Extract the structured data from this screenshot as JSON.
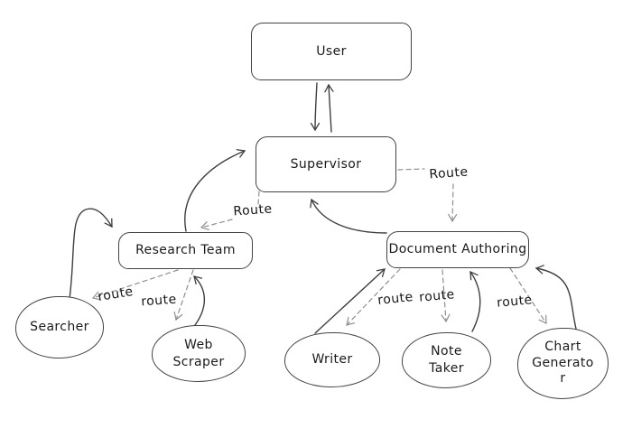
{
  "nodes": {
    "user": {
      "label": "User"
    },
    "supervisor": {
      "label": "Supervisor"
    },
    "research_team": {
      "label": "Research Team"
    },
    "document_authoring": {
      "label": "Document Authoring"
    },
    "searcher": {
      "label": "Searcher"
    },
    "web_scraper": {
      "label": "Web\nScraper"
    },
    "writer": {
      "label": "Writer"
    },
    "note_taker": {
      "label": "Note\nTaker"
    },
    "chart_generator": {
      "label": "Chart\nGenerato\nr"
    }
  },
  "edge_labels": {
    "supervisor_to_research_team": "Route",
    "supervisor_to_document_authoring": "Route",
    "research_team_to_searcher": "route",
    "research_team_to_web_scraper": "route",
    "document_authoring_to_writer": "route",
    "document_authoring_to_note_taker": "route",
    "document_authoring_to_chart_generator": "route"
  },
  "colors": {
    "solid_stroke": "#3f3f3f",
    "dashed_stroke": "#8f8f8f",
    "text": "#1a1a1a",
    "background": "#ffffff"
  }
}
